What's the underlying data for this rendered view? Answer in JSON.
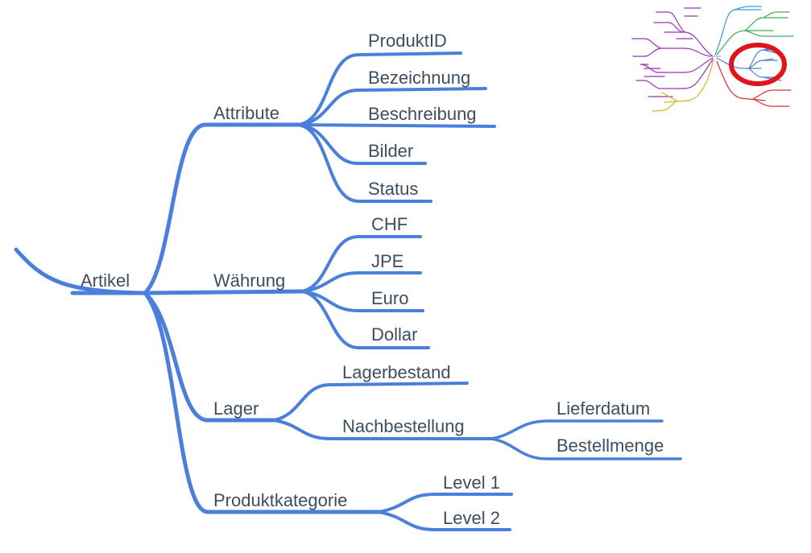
{
  "mindmap": {
    "root": {
      "label": "Artikel"
    },
    "branches": [
      {
        "label": "Attribute",
        "children": [
          {
            "label": "ProduktID"
          },
          {
            "label": "Bezeichnung"
          },
          {
            "label": "Beschreibung"
          },
          {
            "label": "Bilder"
          },
          {
            "label": "Status"
          }
        ]
      },
      {
        "label": "Währung",
        "children": [
          {
            "label": "CHF"
          },
          {
            "label": "JPE"
          },
          {
            "label": "Euro"
          },
          {
            "label": "Dollar"
          }
        ]
      },
      {
        "label": "Lager",
        "children": [
          {
            "label": "Lagerbestand"
          },
          {
            "label": "Nachbestellung",
            "children": [
              {
                "label": "Lieferdatum"
              },
              {
                "label": "Bestellmenge"
              }
            ]
          }
        ]
      },
      {
        "label": "Produktkategorie",
        "children": [
          {
            "label": "Level 1"
          },
          {
            "label": "Level 2"
          }
        ]
      }
    ]
  },
  "colors": {
    "branch": "#4a7fdc",
    "text": "#3d4e5f",
    "highlight_ring": "#e0141b",
    "overview_branches": [
      "#9b30b8",
      "#3a9bd9",
      "#3cae5a",
      "#e0b020",
      "#d63030",
      "#4a7fdc"
    ]
  }
}
